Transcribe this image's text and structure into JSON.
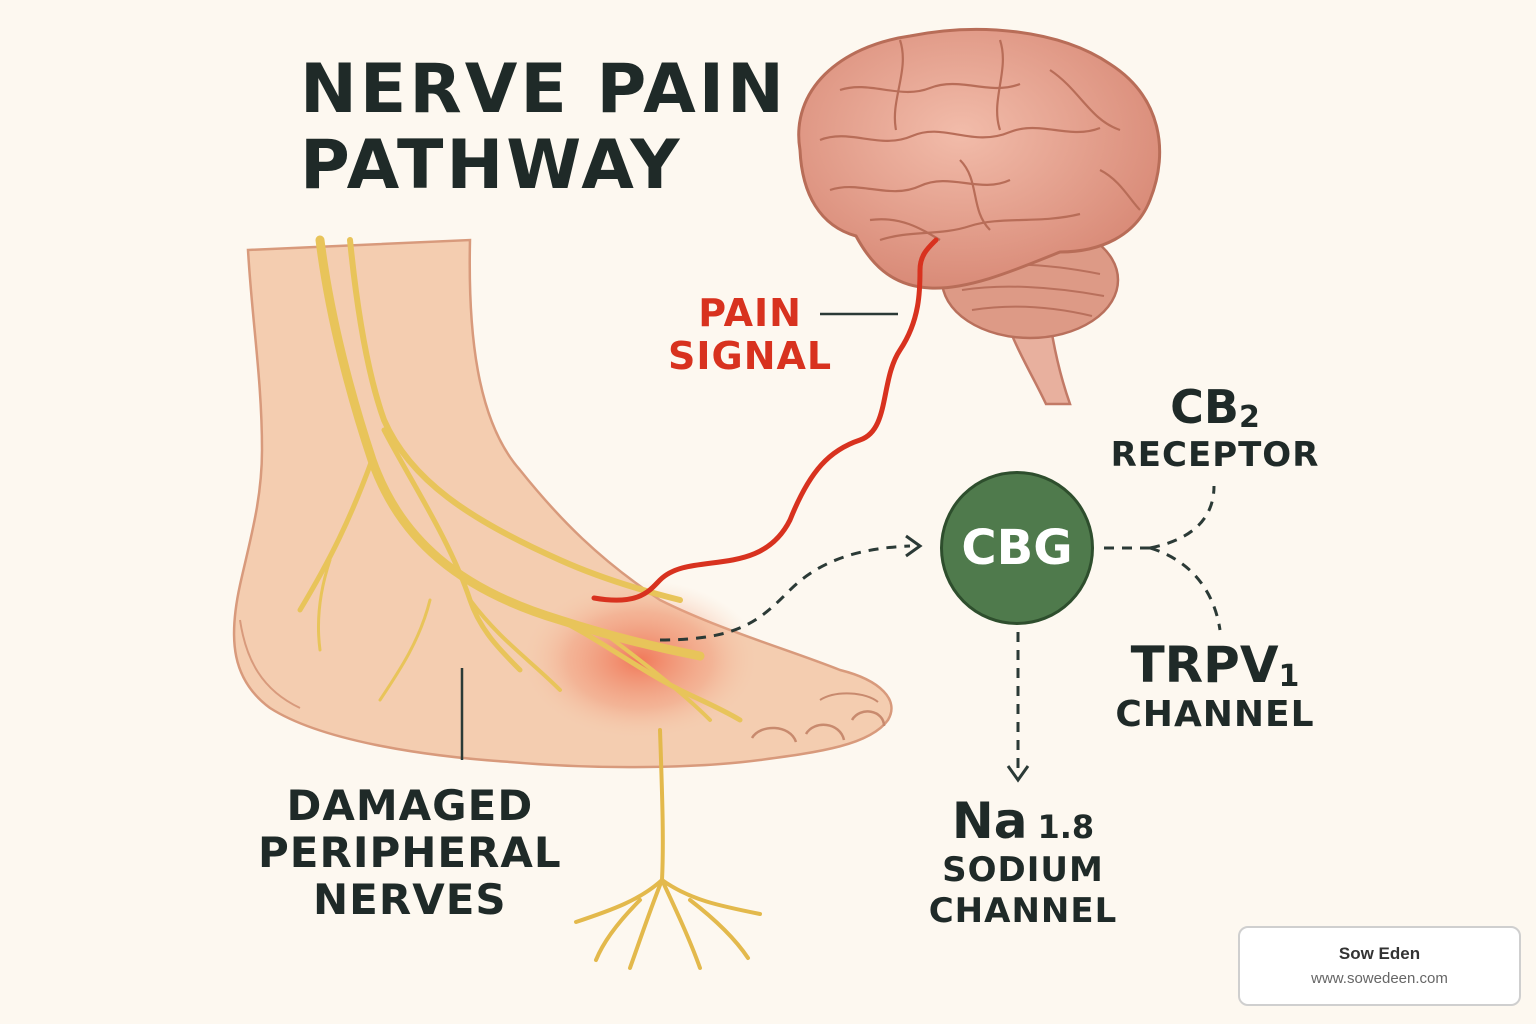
{
  "title": {
    "line1": "NERVE PAIN",
    "line2": "PATHWAY"
  },
  "pain_signal": {
    "line1": "PAIN",
    "line2": "SIGNAL"
  },
  "damaged_nerves": {
    "line1": "DAMAGED",
    "line2": "PERIPHERAL",
    "line3": "NERVES"
  },
  "cbg": {
    "label": "CBG"
  },
  "cb2": {
    "main": "CB",
    "sub": "2",
    "desc": "RECEPTOR"
  },
  "trpv1": {
    "main": "TRPV",
    "sub": "1",
    "desc": "CHANNEL"
  },
  "nav": {
    "main": "Na",
    "sub": "1.8",
    "desc1": "SODIUM",
    "desc2": "CHANNEL"
  },
  "brand": {
    "name": "Sow Eden",
    "url": "www.sowedeen.com"
  },
  "colors": {
    "background": "#fdf8f0",
    "pain_signal": "#d8321f",
    "cbg_circle": "#4f7a4c",
    "nerves": "#e8c45a",
    "skin": "#f4cdb0",
    "brain": "#e6a593",
    "text": "#1f2a28"
  }
}
